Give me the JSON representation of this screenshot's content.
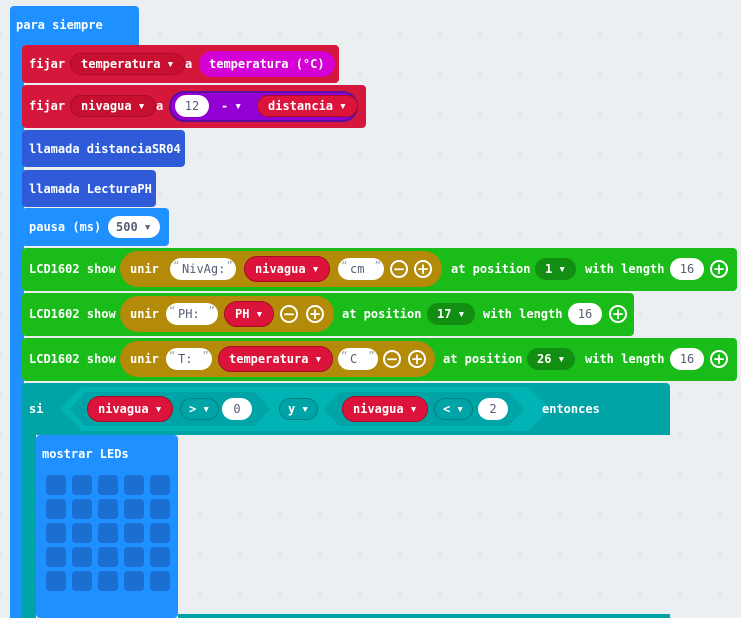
{
  "forever": {
    "label": "para siempre"
  },
  "set1": {
    "keyword": "fijar",
    "variable": "temperatura",
    "to": "a",
    "value": "temperatura (°C)"
  },
  "set2": {
    "keyword": "fijar",
    "variable": "nivagua",
    "to": "a",
    "left": "12",
    "op": "-",
    "right": "distancia"
  },
  "call1": {
    "label": "llamada distanciaSR04"
  },
  "call2": {
    "label": "llamada LecturaPH"
  },
  "pause": {
    "label": "pausa (ms)",
    "value": "500"
  },
  "lcd1": {
    "label": "LCD1602 show",
    "join": "unir",
    "s1": "NivAg:",
    "var": "nivagua",
    "s2": "cm",
    "at": "at position",
    "pos": "1",
    "with": "with length",
    "len": "16"
  },
  "lcd2": {
    "label": "LCD1602 show",
    "join": "unir",
    "s1": "PH:",
    "var": "PH",
    "at": "at position",
    "pos": "17",
    "with": "with length",
    "len": "16"
  },
  "lcd3": {
    "label": "LCD1602 show",
    "join": "unir",
    "s1": "T:",
    "var": "temperatura",
    "s2": "C",
    "at": "at position",
    "pos": "26",
    "with": "with length",
    "len": "16"
  },
  "if": {
    "keyword": "si",
    "var1": "nivagua",
    "op1": ">",
    "val1": "0",
    "logic": "y",
    "var2": "nivagua",
    "op2": "<",
    "val2": "2",
    "then": "entonces"
  },
  "leds": {
    "label": "mostrar LEDs"
  },
  "icons": {
    "minus": "minus-circle-icon",
    "plus": "plus-circle-icon",
    "dropdown": "chevron-down-icon"
  },
  "colors": {
    "loop": "#1e90ff",
    "variable": "#d4173a",
    "function": "#2f5bd8",
    "lcd": "#19bc19",
    "text": "#b48a09",
    "logic": "#00a4a6",
    "math": "#9400d3",
    "variable_reporter": "#dc143c",
    "sensor": "#d400d4",
    "basic": "#1e90ff"
  }
}
